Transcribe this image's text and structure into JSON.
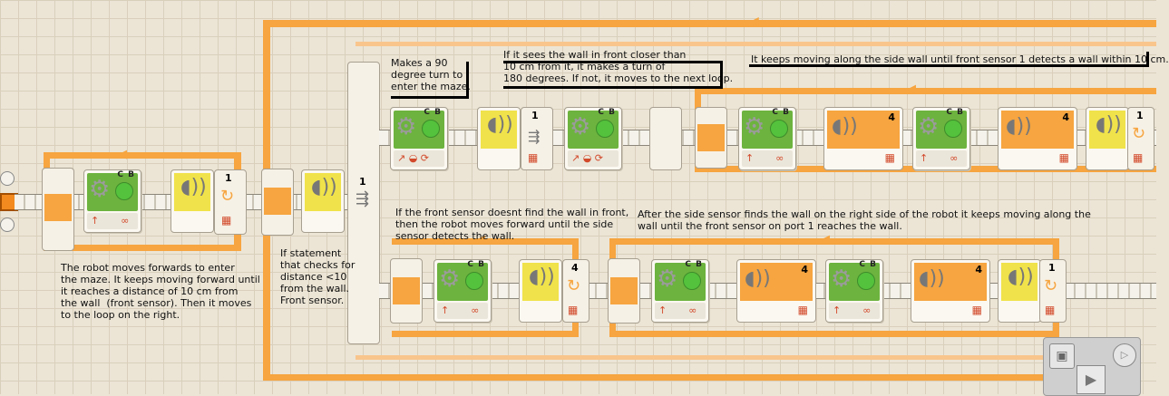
{
  "notes": {
    "n1": "The robot moves forwards to enter\nthe maze. It keeps moving forward until\nit reaches a distance of 10 cm from\nthe wall  (front sensor). Then it moves\nto the loop on the right.",
    "n2": "If statement\nthat checks for\ndistance <10\nfrom the wall.\nFront sensor.",
    "n3": "Makes a 90\ndegree turn to\nenter the maze.",
    "n4": "If it sees the wall in front closer than\n10 cm from it, it makes a turn of\n180 degrees. If not, it moves to the next loop.",
    "n5": "It keeps moving along the side wall until front sensor 1 detects a wall within 10 cm.",
    "n6": "If the front sensor doesnt find the wall in front,\nthen the robot moves forward until the side\nsensor detects the wall.",
    "n7": "After the side sensor finds the wall on the right side of the robot it keeps moving along the\nwall until the front sensor on port 1 reaches the wall."
  },
  "blocks": {
    "motor_label": "C B",
    "port_1": "1",
    "port_4": "4",
    "switch_port": "1"
  },
  "icons": {
    "gear": "gear-icon",
    "sensor": "ultrasonic-sensor-icon",
    "loop": "loop-arrows-icon",
    "infinity": "∞",
    "arrow": "↑"
  },
  "colors": {
    "loop": "#f6a540",
    "motor": "#6db33f",
    "sensor": "#f0e24a"
  }
}
